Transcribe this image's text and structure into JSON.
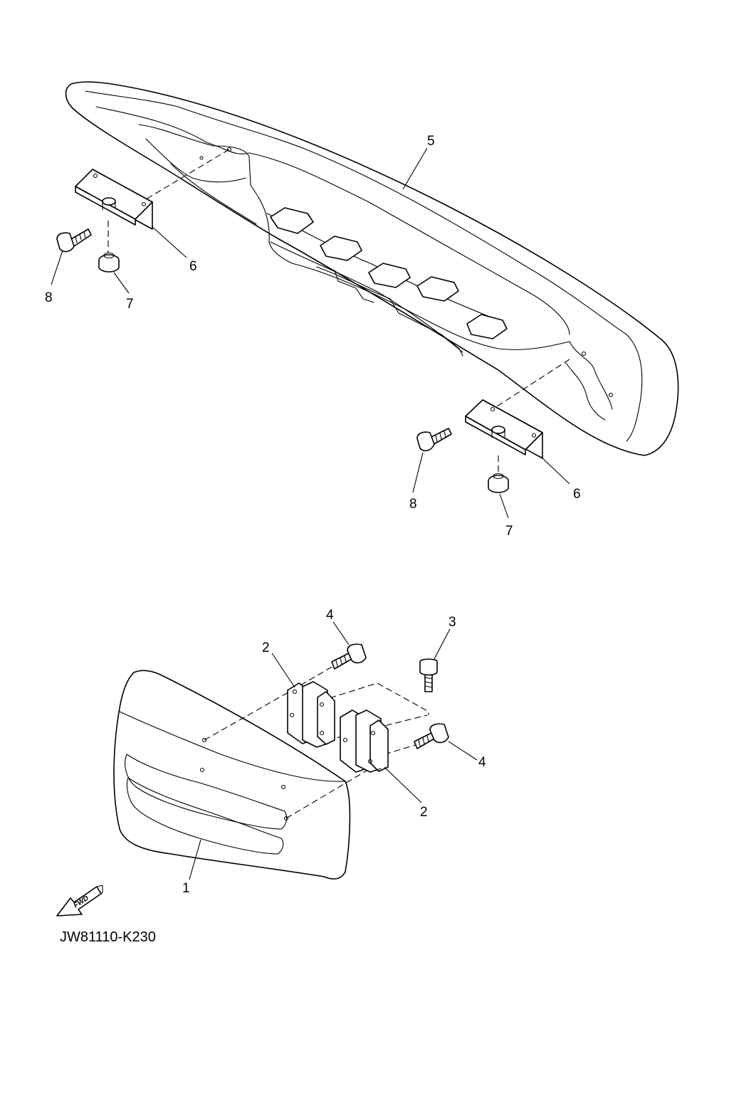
{
  "diagram": {
    "code": "JW81110-K230",
    "fwd_label": "FWD",
    "callouts": {
      "c5": "5",
      "c6a": "6",
      "c8a": "8",
      "c7a": "7",
      "c8b": "8",
      "c6b": "6",
      "c7b": "7",
      "c4a": "4",
      "c3": "3",
      "c2a": "2",
      "c4b": "4",
      "c2b": "2",
      "c1": "1"
    }
  }
}
